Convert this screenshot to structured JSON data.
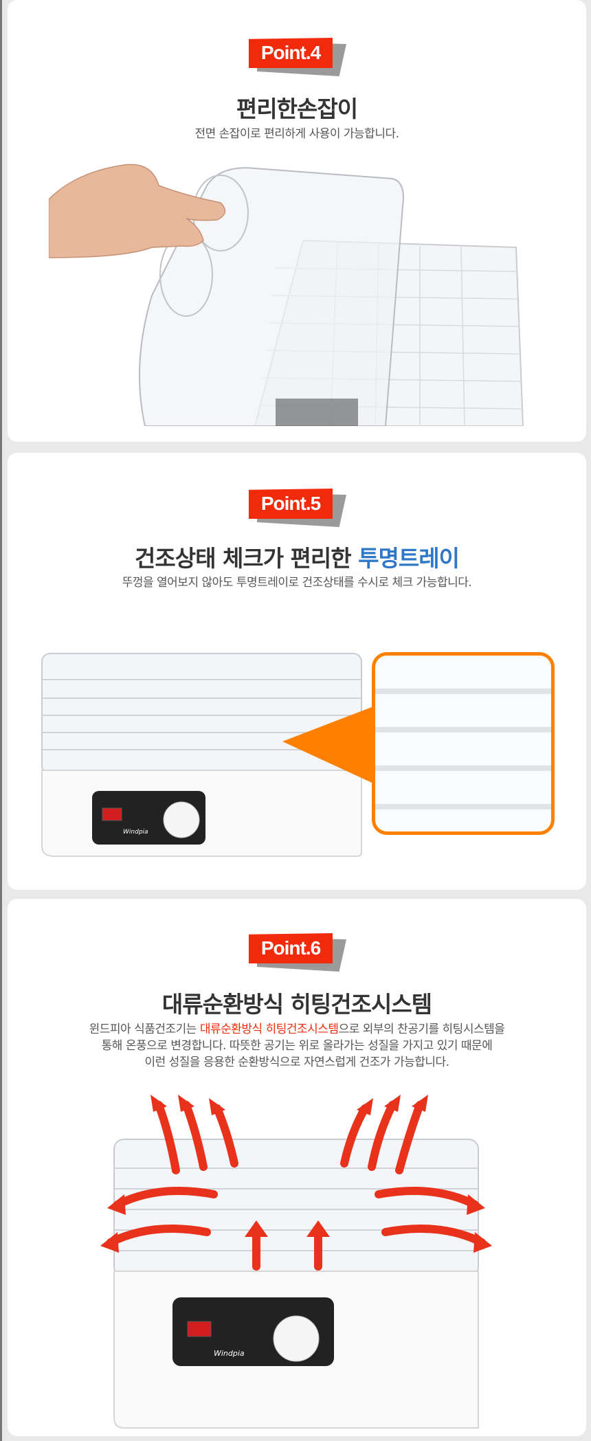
{
  "sections": [
    {
      "badge": "Point.4",
      "title": "편리한손잡이",
      "subtitle": "전면 손잡이로 편리하게 사용이 가능합니다."
    },
    {
      "badge": "Point.5",
      "title_main": "건조상태 체크가 편리한 ",
      "title_highlight": "투명트레이",
      "subtitle": "뚜껑을 열어보지 않아도 투명트레이로 건조상태를 수시로 체크 가능합니다."
    },
    {
      "badge": "Point.6",
      "title": "대류순환방식 히팅건조시스템",
      "line1_pre": "윈드피아 식품건조기는 ",
      "line1_highlight": "대류순환방식 히팅건조시스템",
      "line1_post": "으로 외부의 찬공기를 히팅시스템을",
      "line2": "통해 온풍으로 변경합니다. 따뜻한 공기는 위로 올라가는 성질을 가지고 있기 때문에",
      "line3": "이런 성질을 응용한 순환방식으로 자연스럽게 건조가 가능합니다."
    }
  ],
  "product_logo": "Windpia",
  "colors": {
    "badge": "#f22a0c",
    "highlight_blue": "#2f78c8",
    "callout_orange": "#ff7f00",
    "arrow_red": "#e8321c"
  }
}
